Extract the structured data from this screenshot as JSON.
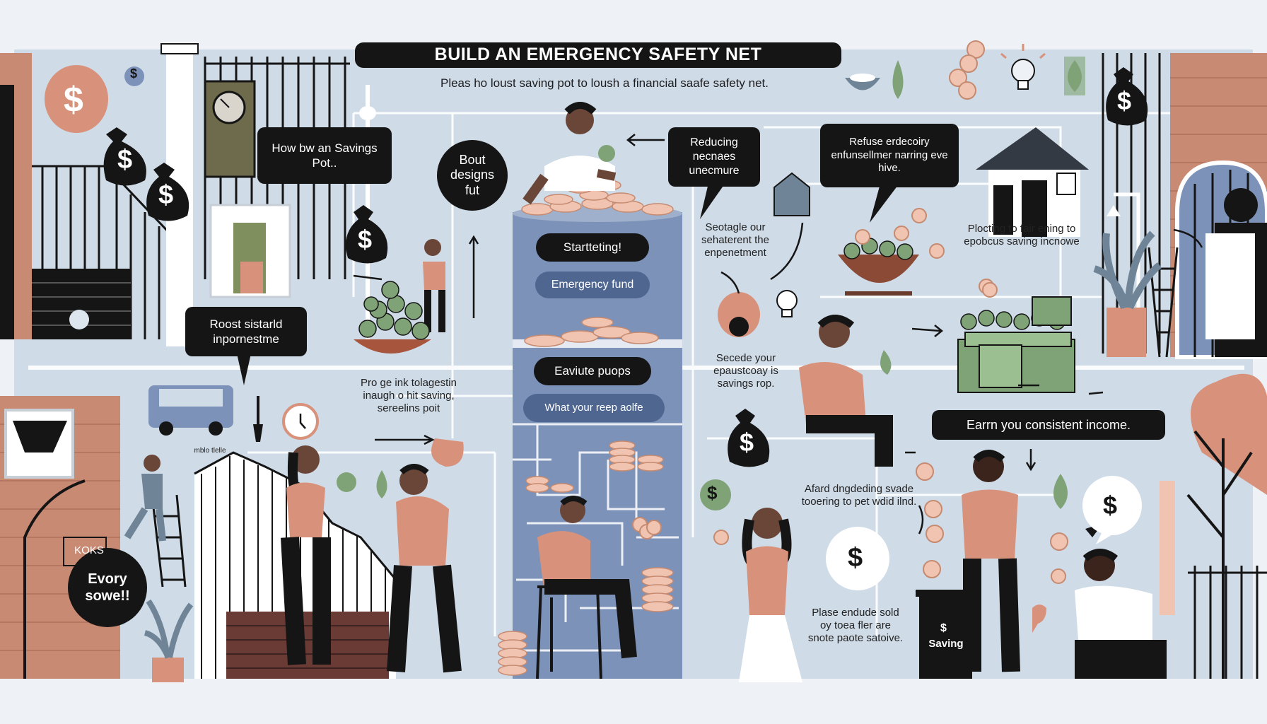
{
  "header": {
    "title": "BUILD AN EMERGENCY SAFETY NET",
    "subtitle": "Pleas ho loust saving pot to loush a financial saafe safety net."
  },
  "callouts": {
    "how_bw": "How bw an Savings Pot..",
    "bout": "Bout designs fut",
    "reducing": "Reducing necnaes unecmure",
    "refuse": "Refuse erdecoiry enfunsellmer narring eve hive.",
    "roost": "Roost sistarld inpornestme",
    "every": "Evory sowe!!",
    "earn": "Earrn you consistent income."
  },
  "pot_labels": {
    "l1": "Startteting!",
    "l2": "Emergency fund",
    "l3": "Eaviute puops",
    "l4": "What your reep aolfe"
  },
  "captions": {
    "c1": "Seotagle our sehaterent the enpenetment",
    "c2": "Plocting to fair ening to epobcus saving incnowe",
    "c3": "Pro ge ink tolagestin inaugh o hit saving, sereelins poit",
    "c4": "Secede your epaustcoay is savings rop.",
    "c5": "Afard dngdeding svade tooering to pet wdid ilnd.",
    "c6": "Plase endude sold oy toea fler are snote paote satoive.",
    "c7": "mblo tlelle"
  },
  "signs": {
    "bin": "Saving",
    "wall": "KOKS"
  },
  "icons": {
    "dollar": "$"
  },
  "colors": {
    "brick": "#c98a73",
    "salmon": "#d8927b",
    "dark": "#151515",
    "coin": "#f0c4b0",
    "green": "#7fa377",
    "pot": "#7d92b8",
    "sky": "#cfdbe7"
  }
}
